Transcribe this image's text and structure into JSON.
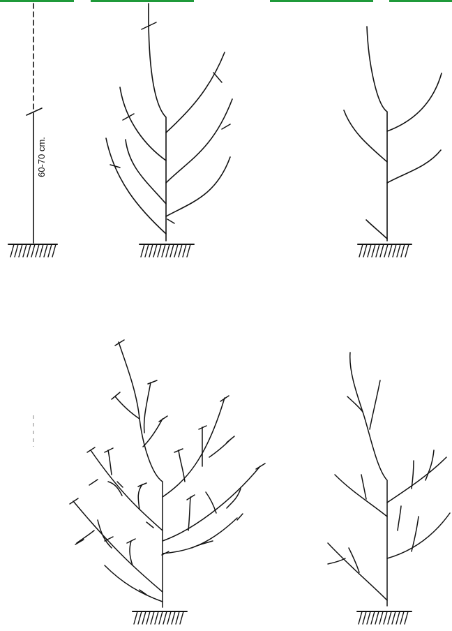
{
  "panels": [
    {
      "id": "step-1-maiden-whip"
    },
    {
      "id": "step-2-first-pruning"
    },
    {
      "id": "step-3-after-first-pruning"
    },
    {
      "id": "step-4-second-pruning"
    },
    {
      "id": "step-5-after-second-pruning"
    }
  ],
  "labels": {
    "cut_height": "60-70 cm."
  },
  "colors": {
    "ink": "#111111",
    "accent_bar": "#1f9a3a",
    "background": "#ffffff"
  }
}
